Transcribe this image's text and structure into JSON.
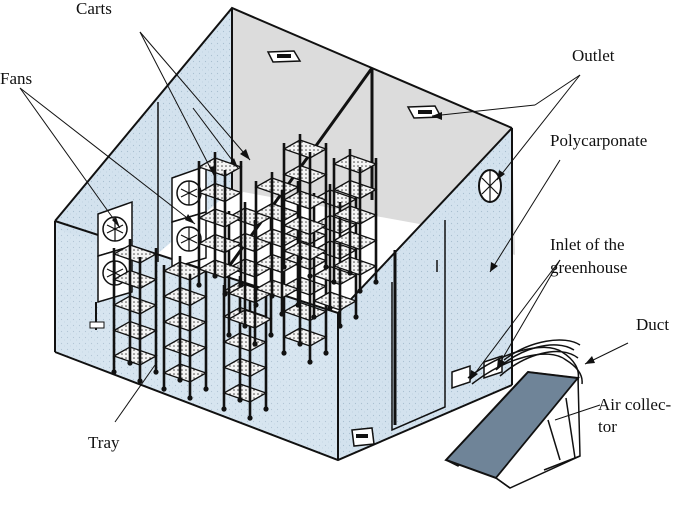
{
  "labels": {
    "carts": "Carts",
    "fans": "Fans",
    "outlet": "Outlet",
    "polycarbonate": "Polycarponate",
    "inlet_line1": "Inlet of the",
    "inlet_line2": "greenhouse",
    "duct": "Duct",
    "air_collector_line1": "Air collec-",
    "air_collector_line2": "tor",
    "tray": "Tray"
  },
  "colors": {
    "glazing": "#d3e2ee",
    "roof": "#dcdcdc",
    "frame": "#111111",
    "collector_panel": "#6f8498",
    "collector_frame": "#cfd6dd"
  },
  "icons": [
    "fan-icon",
    "vent-icon",
    "cart-icon",
    "tray-icon"
  ]
}
